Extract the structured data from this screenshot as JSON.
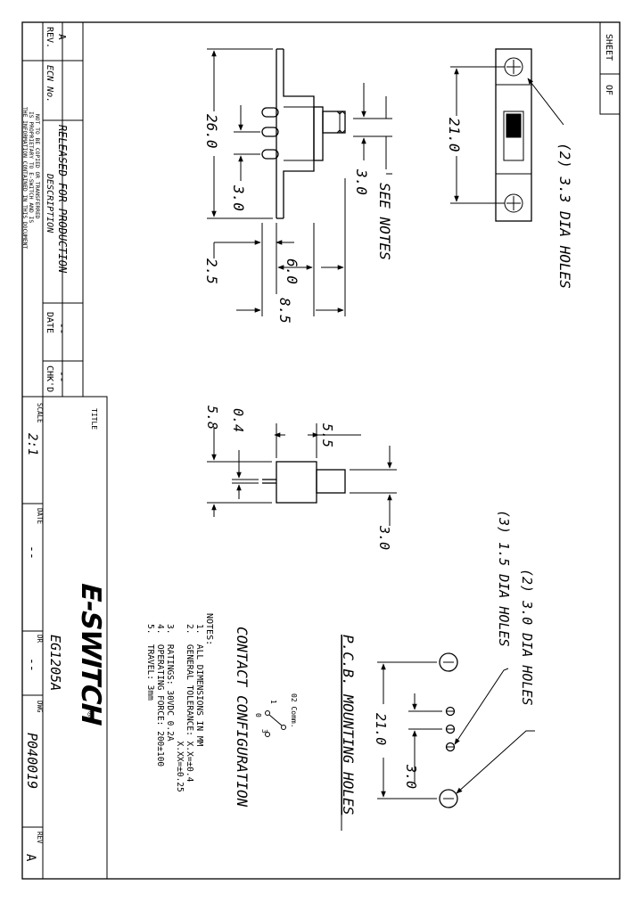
{
  "sheet": {
    "sheet_label": "SHEET",
    "of_label": "OF"
  },
  "revision_block": {
    "rev_header": "REV.",
    "ecn_header": "ECN No.",
    "description_header": "DESCRIPTION",
    "date_header": "DATE",
    "chkd_header": "CHK'D",
    "rev_value": "A",
    "ecn_value": "",
    "description_value": "RELEASED FOR PRODUCTION",
    "date_value": "--",
    "chkd_value": "--",
    "proprietary_notice": [
      "THE INFORMATION CONTAINED IN THIS DOCUMENT",
      "IS PROPRIETARY TO E-SWITCH AND IS",
      "NOT TO BE COPIED OR TRANSFERRED"
    ]
  },
  "title_block": {
    "title_label": "TITLE",
    "part_number": "EG1205A",
    "company": "E-SWITCH",
    "registered_mark": "®",
    "scale_label": "SCALE",
    "scale_value": "2:1",
    "date_label": "DATE",
    "date_value": "--",
    "dr_label": "DR",
    "dr_value": "--",
    "dwg_label": "DWG",
    "dwg_value": "P040019",
    "rev_label": "REV",
    "rev_value": "A"
  },
  "side_view": {
    "dim_26": "26.0",
    "dim_3_left": "3.0",
    "dim_3_right": "3.0",
    "dim_2_5": "2.5",
    "dim_6": "6.0",
    "dim_8_5": "8.5",
    "see_notes": "SEE NOTES"
  },
  "top_view": {
    "dim_21": "21.0",
    "holes_note": "(2) 3.3 DIA HOLES"
  },
  "end_view": {
    "dim_0_4": "0.4",
    "dim_5_8": "5.8",
    "dim_5_5": "5.5",
    "dim_3": "3.0"
  },
  "pcb_view": {
    "title": "P.C.B. MOUNTING HOLES",
    "holes_large": "(2) 3.0 DIA HOLES",
    "holes_small": "(3) 1.5 DIA HOLES",
    "dim_21": "21.0",
    "dim_3": "3.0"
  },
  "contact": {
    "title": "CONTACT CONFIGURATION",
    "label_comm": "02 Comm.",
    "label_1": "1",
    "label_3": "3",
    "label_0": "0"
  },
  "notes": {
    "heading": "NOTES:",
    "lines": [
      "1.  ALL DIMENSIONS IN MM",
      "2.  GENERAL TOLERANCE: X.X=±0.4",
      "                       X.XX=±0.25",
      "3.  RATINGS: 30VDC 0.2A",
      "4.  OPERATING FORCE: 200±100",
      "5.  TRAVEL: 3mm"
    ]
  }
}
